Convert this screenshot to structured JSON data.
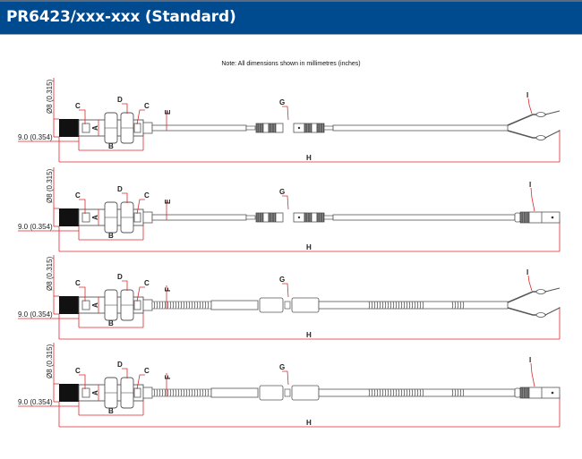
{
  "header": {
    "title": "PR6423/xxx-xxx (Standard)"
  },
  "note": "Note: All dimensions shown in millimetres (inches)",
  "colors": {
    "header_bg": "#004a8f",
    "dimension_line": "#e0282c",
    "drawing_line": "#555555"
  },
  "drawings": [
    {
      "id": "variant-1",
      "cable": "plain",
      "termination": "flying-leads",
      "labels": {
        "diameter": "Ø8 (0.315)",
        "length": "9.0 (0.354)",
        "a": "A",
        "b": "B",
        "c1": "C",
        "c2": "C",
        "d": "D",
        "cable": "E",
        "g": "G",
        "h": "H",
        "i": "I"
      }
    },
    {
      "id": "variant-2",
      "cable": "plain",
      "termination": "connector",
      "labels": {
        "diameter": "Ø8 (0.315)",
        "length": "9.0 (0.354)",
        "a": "A",
        "b": "B",
        "c1": "C",
        "c2": "C",
        "d": "D",
        "cable": "E",
        "g": "G",
        "h": "H",
        "i": "I"
      }
    },
    {
      "id": "variant-3",
      "cable": "armoured",
      "termination": "flying-leads",
      "labels": {
        "diameter": "Ø8 (0.315)",
        "length": "9.0 (0.354)",
        "a": "A",
        "b": "B",
        "c1": "C",
        "c2": "C",
        "d": "D",
        "cable": "F",
        "g": "G",
        "h": "H",
        "i": "I"
      }
    },
    {
      "id": "variant-4",
      "cable": "armoured",
      "termination": "connector",
      "labels": {
        "diameter": "Ø8 (0.315)",
        "length": "9.0 (0.354)",
        "a": "A",
        "b": "B",
        "c1": "C",
        "c2": "C",
        "d": "D",
        "cable": "F",
        "g": "G",
        "h": "H",
        "i": "I"
      }
    }
  ]
}
